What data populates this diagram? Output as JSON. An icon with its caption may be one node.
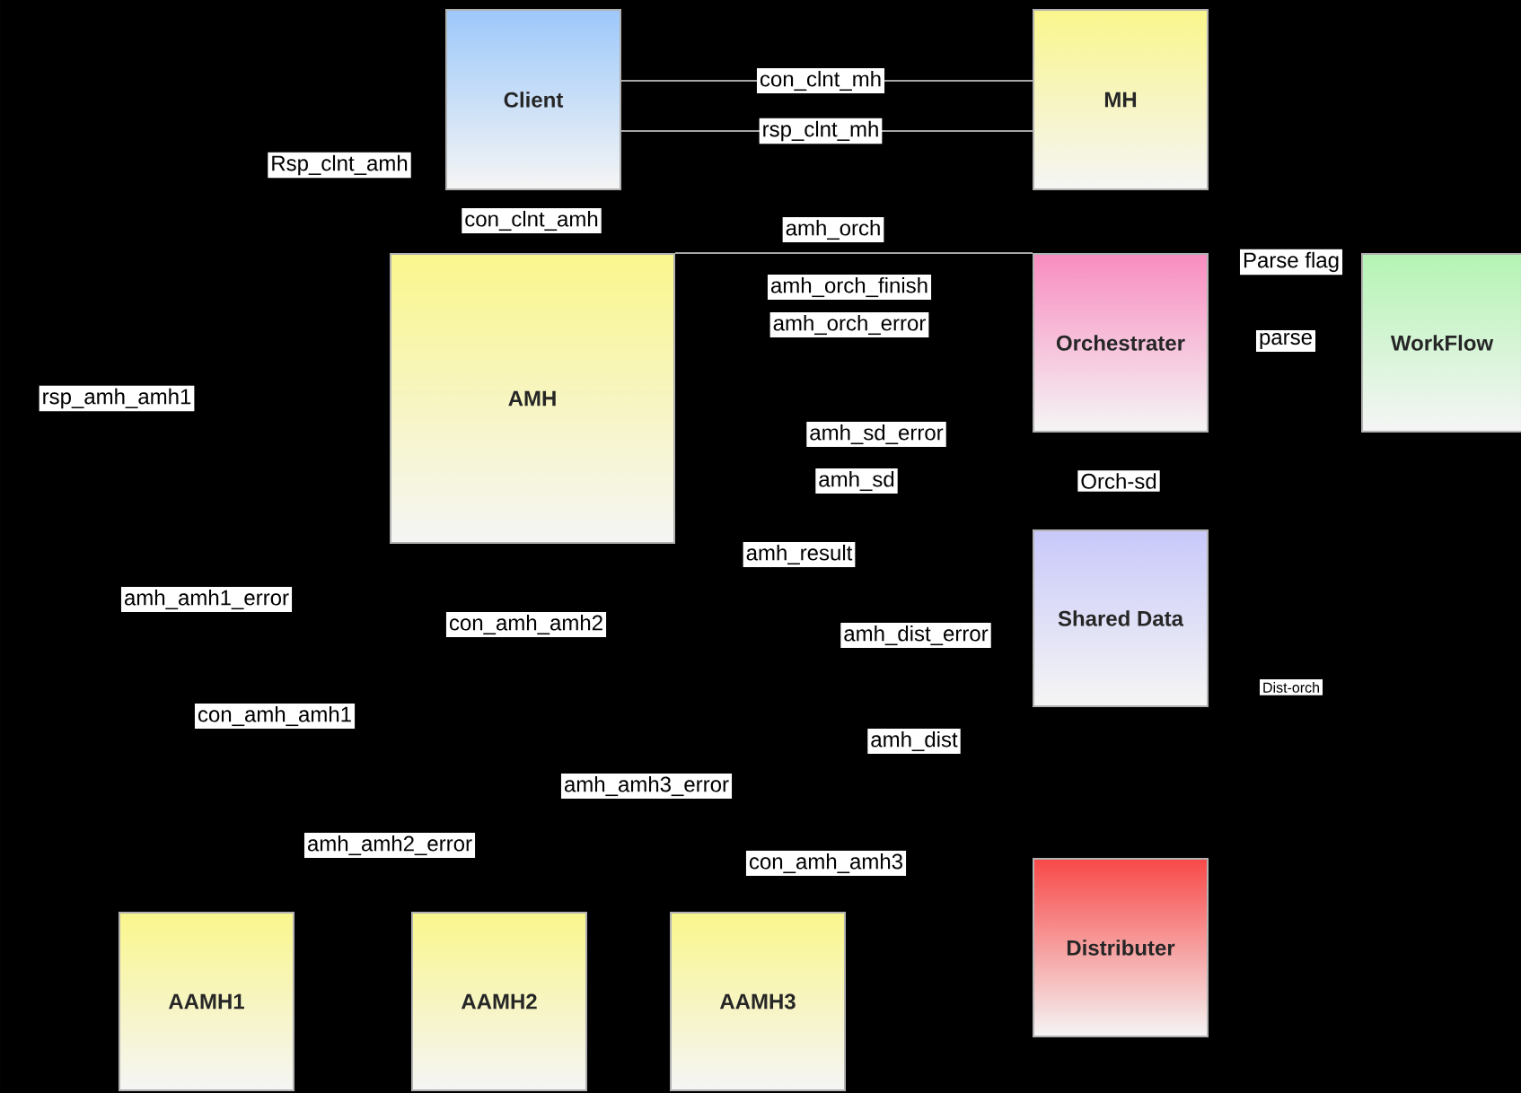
{
  "diagram": {
    "nodes": [
      {
        "text": [
          "Client"
        ]
      },
      {
        "text": [
          "MH"
        ]
      },
      {
        "text": [
          "AMH"
        ]
      },
      {
        "text": [
          "Orchestrater"
        ]
      },
      {
        "text": [
          "WorkFlow"
        ]
      },
      {
        "text": [
          "Shared Data"
        ]
      },
      {
        "text": [
          "Distributer"
        ]
      },
      {
        "text": [
          "AAMH1"
        ]
      },
      {
        "text": [
          "AAMH2"
        ]
      },
      {
        "text": [
          "AAMH3"
        ]
      }
    ],
    "edges": [
      {
        "from": 0,
        "to": 1,
        "arrow": "none",
        "label": "con_clnt_mh"
      },
      {
        "from": 0,
        "to": 1,
        "arrow": "none",
        "label": "rsp_clnt_mh"
      },
      {
        "from": 2,
        "to": 3,
        "arrow": "none",
        "label": "amh_orch"
      }
    ],
    "labels": [
      "Rsp_clnt_amh",
      "con_clnt_amh",
      "Parse flag",
      "amh_orch_finish",
      "amh_orch_error",
      "parse",
      "rsp_amh_amh1",
      "amh_sd_error",
      "amh_sd",
      "Orch-sd",
      "amh_result",
      "amh_amh1_error",
      "con_amh_amh2",
      "amh_dist_error",
      "Dist-orch",
      "con_amh_amh1",
      "amh_dist",
      "amh_amh3_error",
      "amh_amh2_error",
      "con_amh_amh3"
    ]
  }
}
